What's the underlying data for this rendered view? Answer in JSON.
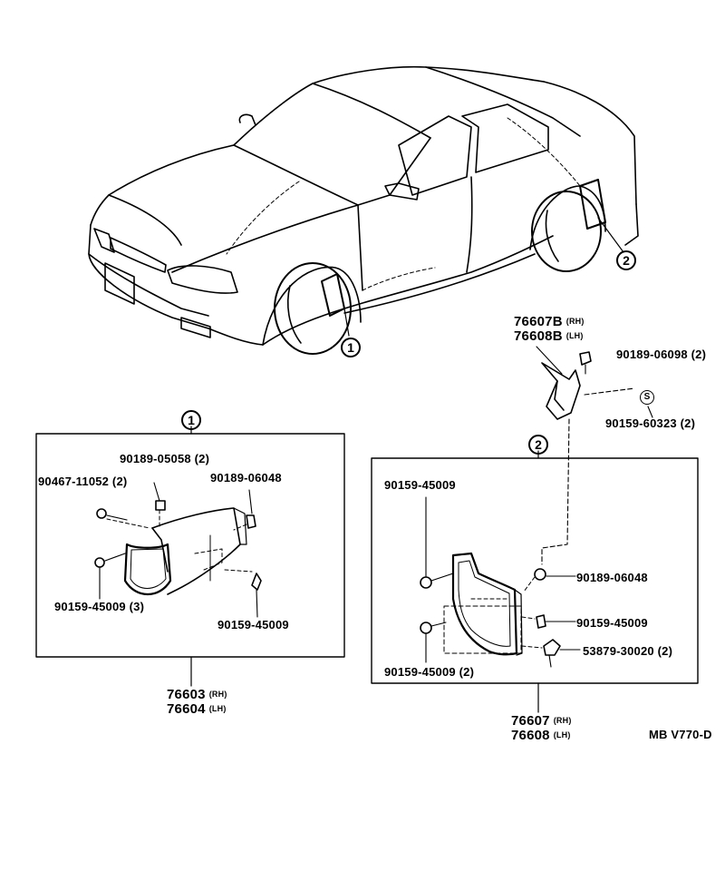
{
  "callouts": {
    "c1_car": "1",
    "c2_car": "2",
    "c1_box": "1",
    "c2_box": "2",
    "s_mark": "S"
  },
  "bracket": {
    "part_rh": "76607B",
    "rh": "(RH)",
    "part_lh": "76608B",
    "lh": "(LH)",
    "clip_top": "90189-06098 (2)",
    "washer": "90159-60323 (2)"
  },
  "front_box": {
    "clip_a": "90189-05058 (2)",
    "screw_a": "90467-11052 (2)",
    "clip_b": "90189-06048",
    "screw_b": "90159-45009 (3)",
    "screw_c": "90159-45009",
    "part_rh": "76603",
    "rh": "(RH)",
    "part_lh": "76604",
    "lh": "(LH)"
  },
  "rear_box": {
    "screw_top": "90159-45009",
    "clip": "90189-06048",
    "screw_mid": "90159-45009",
    "nut": "53879-30020 (2)",
    "screw_bottom": "90159-45009 (2)",
    "part_rh": "76607",
    "rh": "(RH)",
    "part_lh": "76608",
    "lh": "(LH)"
  },
  "code": "MB V770-D"
}
